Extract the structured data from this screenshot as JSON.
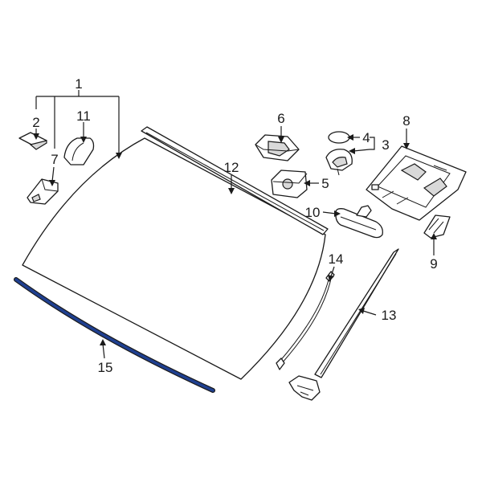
{
  "colors": {
    "line": "#1a1a1a",
    "highlight_part": "#1f3f8f",
    "background": "#ffffff"
  },
  "callouts": [
    {
      "id": "1",
      "label": "1"
    },
    {
      "id": "2",
      "label": "2"
    },
    {
      "id": "3",
      "label": "3"
    },
    {
      "id": "4",
      "label": "4"
    },
    {
      "id": "5",
      "label": "5"
    },
    {
      "id": "6",
      "label": "6"
    },
    {
      "id": "7",
      "label": "7"
    },
    {
      "id": "8",
      "label": "8"
    },
    {
      "id": "9",
      "label": "9"
    },
    {
      "id": "10",
      "label": "10"
    },
    {
      "id": "11",
      "label": "11"
    },
    {
      "id": "12",
      "label": "12"
    },
    {
      "id": "13",
      "label": "13"
    },
    {
      "id": "14",
      "label": "14"
    },
    {
      "id": "15",
      "label": "15"
    }
  ],
  "highlighted_callout": "15"
}
